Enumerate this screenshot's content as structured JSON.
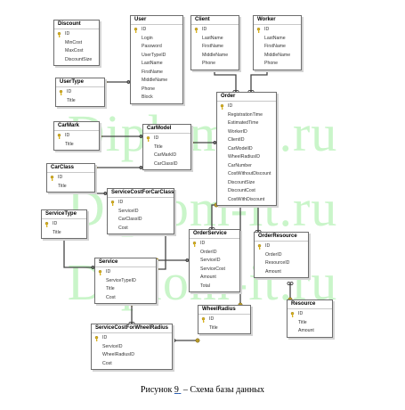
{
  "watermark": "Diplom-it.ru",
  "caption": {
    "prefix": "Рисунок ",
    "number": "9",
    "suffix": " – Схема базы  данных"
  },
  "tables": [
    {
      "name": "Discount",
      "columns": [
        {
          "name": "ID",
          "pk": true
        },
        {
          "name": "MinCost"
        },
        {
          "name": "MaxCost"
        },
        {
          "name": "DiscountSize"
        }
      ]
    },
    {
      "name": "User",
      "columns": [
        {
          "name": "ID",
          "pk": true
        },
        {
          "name": "Login"
        },
        {
          "name": "Password"
        },
        {
          "name": "UserTypeID"
        },
        {
          "name": "LastName"
        },
        {
          "name": "FirstName"
        },
        {
          "name": "MiddleName"
        },
        {
          "name": "Phone"
        },
        {
          "name": "Block"
        }
      ]
    },
    {
      "name": "Client",
      "columns": [
        {
          "name": "ID",
          "pk": true
        },
        {
          "name": "LastName"
        },
        {
          "name": "FirstName"
        },
        {
          "name": "MiddleName"
        },
        {
          "name": "Phone"
        }
      ]
    },
    {
      "name": "Worker",
      "columns": [
        {
          "name": "ID",
          "pk": true
        },
        {
          "name": "LastName"
        },
        {
          "name": "FirstName"
        },
        {
          "name": "MiddleName"
        },
        {
          "name": "Phone"
        }
      ]
    },
    {
      "name": "UserType",
      "columns": [
        {
          "name": "ID",
          "pk": true
        },
        {
          "name": "Title"
        }
      ]
    },
    {
      "name": "Order",
      "columns": [
        {
          "name": "ID",
          "pk": true
        },
        {
          "name": "RegistrationTime"
        },
        {
          "name": "EstimatedTime"
        },
        {
          "name": "WorkerID"
        },
        {
          "name": "ClientID"
        },
        {
          "name": "CarModelID"
        },
        {
          "name": "WheelRadiusID"
        },
        {
          "name": "CarNumber"
        },
        {
          "name": "CostWithoutDiscount"
        },
        {
          "name": "DiscountSize"
        },
        {
          "name": "DiscountCost"
        },
        {
          "name": "CostWithDiscount"
        }
      ]
    },
    {
      "name": "CarMark",
      "columns": [
        {
          "name": "ID",
          "pk": true
        },
        {
          "name": "Title"
        }
      ]
    },
    {
      "name": "CarModel",
      "columns": [
        {
          "name": "ID",
          "pk": true
        },
        {
          "name": "Title"
        },
        {
          "name": "CarMarkID"
        },
        {
          "name": "CarClassID"
        }
      ]
    },
    {
      "name": "CarClass",
      "columns": [
        {
          "name": "ID",
          "pk": true
        },
        {
          "name": "Title"
        }
      ]
    },
    {
      "name": "ServiceCostForCarClass",
      "columns": [
        {
          "name": "ID",
          "pk": true
        },
        {
          "name": "ServiceID"
        },
        {
          "name": "CarClassID"
        },
        {
          "name": "Cost"
        }
      ]
    },
    {
      "name": "ServiceType",
      "columns": [
        {
          "name": "ID",
          "pk": true
        },
        {
          "name": "Title"
        }
      ]
    },
    {
      "name": "OrderService",
      "columns": [
        {
          "name": "ID",
          "pk": true
        },
        {
          "name": "OrderID"
        },
        {
          "name": "ServiceID"
        },
        {
          "name": "ServiceCost"
        },
        {
          "name": "Amount"
        },
        {
          "name": "Total"
        }
      ]
    },
    {
      "name": "OrderResource",
      "columns": [
        {
          "name": "ID",
          "pk": true
        },
        {
          "name": "OrderID"
        },
        {
          "name": "ResourceID"
        },
        {
          "name": "Amount"
        }
      ]
    },
    {
      "name": "Service",
      "columns": [
        {
          "name": "ID",
          "pk": true
        },
        {
          "name": "ServiceTypeID"
        },
        {
          "name": "Title"
        },
        {
          "name": "Cost"
        }
      ]
    },
    {
      "name": "Resource",
      "columns": [
        {
          "name": "ID",
          "pk": true
        },
        {
          "name": "Title"
        },
        {
          "name": "Amount"
        }
      ]
    },
    {
      "name": "WheelRadius",
      "columns": [
        {
          "name": "ID",
          "pk": true
        },
        {
          "name": "Title"
        }
      ]
    },
    {
      "name": "ServiceCostForWheelRadius",
      "columns": [
        {
          "name": "ID",
          "pk": true
        },
        {
          "name": "ServiceID"
        },
        {
          "name": "WheelRadiusID"
        },
        {
          "name": "Cost"
        }
      ]
    }
  ],
  "relationships": [
    {
      "from": "UserType",
      "to": "User"
    },
    {
      "from": "CarMark",
      "to": "CarModel"
    },
    {
      "from": "CarModel",
      "to": "Order"
    },
    {
      "from": "CarClass",
      "to": "CarModel"
    },
    {
      "from": "CarClass",
      "to": "ServiceCostForCarClass"
    },
    {
      "from": "Client",
      "to": "Order"
    },
    {
      "from": "Worker",
      "to": "Order"
    },
    {
      "from": "Order",
      "to": "OrderService"
    },
    {
      "from": "Order",
      "to": "OrderResource"
    },
    {
      "from": "WheelRadius",
      "to": "Order"
    },
    {
      "from": "ServiceType",
      "to": "Service"
    },
    {
      "from": "Service",
      "to": "ServiceCostForCarClass"
    },
    {
      "from": "Service",
      "to": "OrderService"
    },
    {
      "from": "Service",
      "to": "ServiceCostForWheelRadius"
    },
    {
      "from": "WheelRadius",
      "to": "ServiceCostForWheelRadius"
    },
    {
      "from": "Resource",
      "to": "OrderResource"
    }
  ],
  "colors": {
    "line": "#444444",
    "endpoint": "#b89a2a",
    "watermark": "#c9f5c9"
  }
}
